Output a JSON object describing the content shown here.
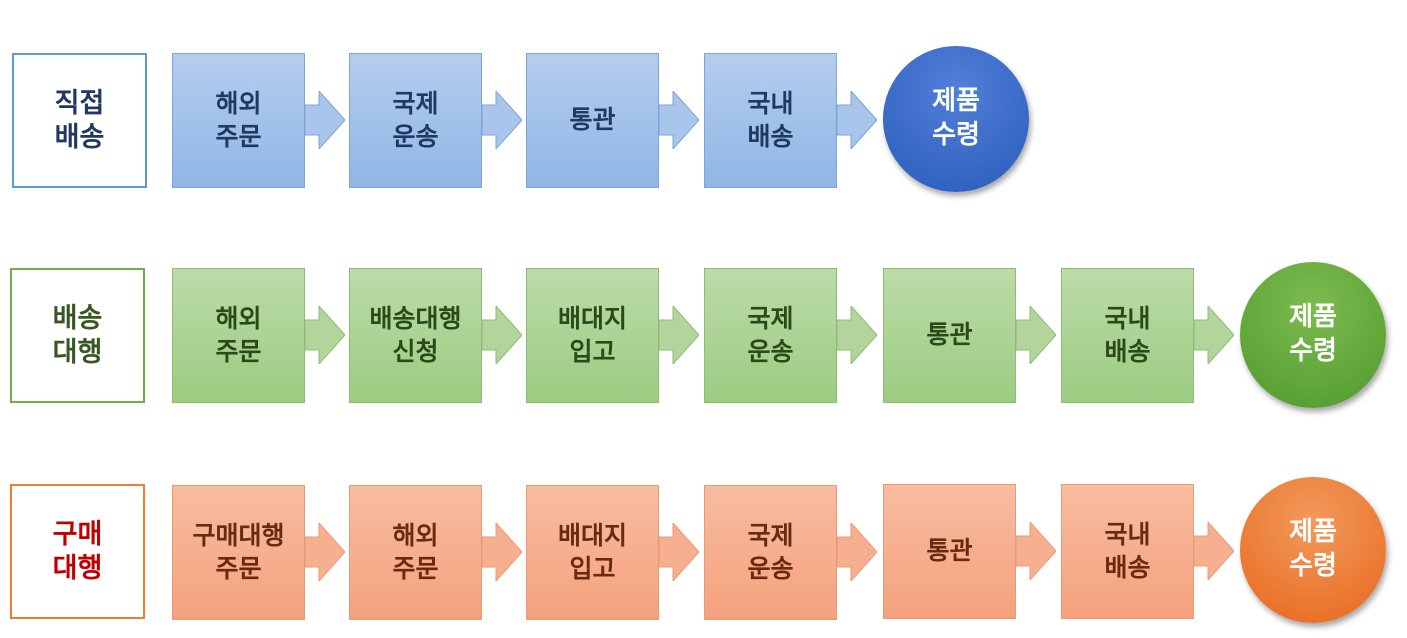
{
  "rows": [
    {
      "label": "직접\n배송",
      "steps": [
        "해외\n주문",
        "국제\n운송",
        "통관",
        "국내\n배송"
      ],
      "end": "제품\n수령"
    },
    {
      "label": "배송\n대행",
      "steps": [
        "해외\n주문",
        "배송대행\n신청",
        "배대지\n입고",
        "국제\n운송",
        "통관",
        "국내\n배송"
      ],
      "end": "제품\n수령"
    },
    {
      "label": "구매\n대행",
      "steps": [
        "구매대행\n주문",
        "해외\n주문",
        "배대지\n입고",
        "국제\n운송",
        "통관",
        "국내\n배송"
      ],
      "end": "제품\n수령"
    }
  ],
  "colors": {
    "blue": "#5b9bd5",
    "green": "#70ad47",
    "orange": "#ed7d31"
  }
}
